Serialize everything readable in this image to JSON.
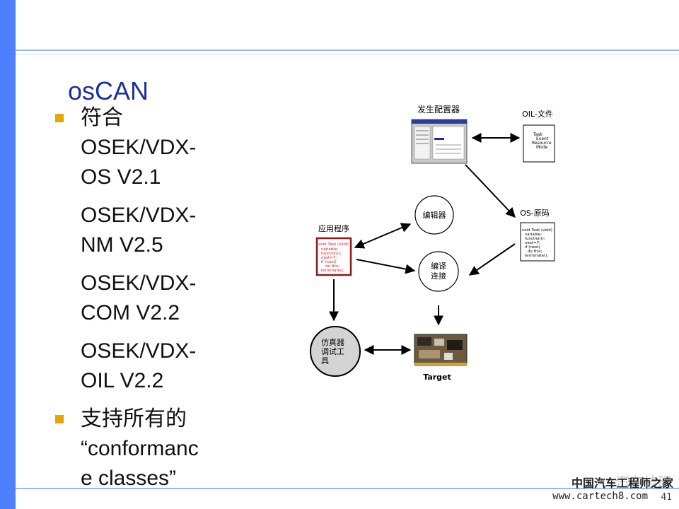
{
  "slide": {
    "title": "osCAN",
    "bullets": [
      {
        "lines": [
          "符合",
          "OSEK/VDX-",
          "OS V2.1"
        ]
      },
      {
        "lines": [
          "OSEK/VDX-",
          "NM V2.5"
        ]
      },
      {
        "lines": [
          "OSEK/VDX-",
          "COM V2.2"
        ]
      },
      {
        "lines": [
          "OSEK/VDX-",
          "OIL V2.2"
        ]
      },
      {
        "lines": [
          "支持所有的",
          "“conformanc",
          "e  classes”"
        ]
      }
    ]
  },
  "diagram": {
    "generator_label": "发生配置器",
    "oil_file_label": "OIL-文件",
    "oil_file_lines": [
      "Task",
      "Event",
      "Resource",
      "Mode"
    ],
    "os_source_label": "OS-原码",
    "os_source_lines": [
      "void Task (void)",
      "{",
      "variable;",
      "function();",
      "next=7;",
      "if (next)",
      "do this;",
      "terminate();",
      "}"
    ],
    "app_label": "应用程序",
    "app_lines": [
      "void Task (void)",
      "{",
      "variable;",
      "function();",
      "next=7;",
      "if (next)",
      "do this;",
      "terminate();",
      "}"
    ],
    "editor_label": "编辑器",
    "compile_label_1": "编译",
    "compile_label_2": "连接",
    "emulator_label_1": "仿真器",
    "emulator_label_2": "调试工",
    "emulator_label_3": "具",
    "target_label": "Target"
  },
  "watermark": {
    "faint_text": "汽车技研",
    "site_name": "中国汽车工程师之家",
    "url": "www.cartech8.com",
    "page": "41"
  }
}
